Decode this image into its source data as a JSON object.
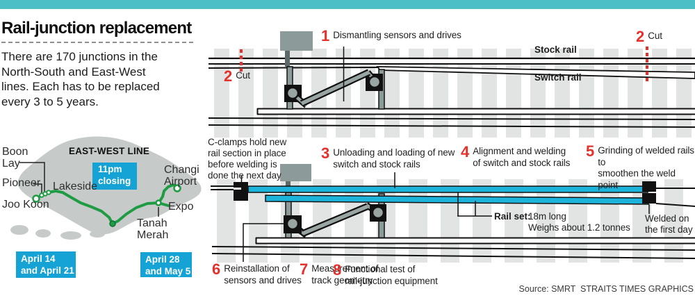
{
  "colors": {
    "teal_bar": "#4bbec6",
    "badge_cyan": "#15a3d6",
    "rail_cyan": "#1db4dc",
    "red": "#e5312b",
    "green_line": "#1f9b44",
    "island_gray": "#c6cbca",
    "sleeper_gray": "#e2e3e3"
  },
  "header": {
    "title": "Rail-junction replacement",
    "intro": "There are 170 junctions in the\nNorth-South and East-West\nlines. Each has to be replaced\nevery 3 to 5 years."
  },
  "map": {
    "line_name": "EAST-WEST LINE",
    "closing_badge": "11pm\nclosing",
    "stations": {
      "boon_lay": "Boon\nLay",
      "pioneer": "Pioneer",
      "joo_koon": "Joo Koon",
      "lakeside": "Lakeside",
      "changi_airport": "Changi\nAirport",
      "expo": "Expo",
      "tanah_merah": "Tanah\nMerah"
    },
    "date_badges": [
      "April 14\nand April 21",
      "April 28\nand May 5"
    ]
  },
  "diagram": {
    "rail_labels": {
      "stock": "Stock rail",
      "switch": "Switch rail"
    },
    "steps": [
      {
        "num": "1",
        "text": "Dismantling sensors and drives"
      },
      {
        "num": "2",
        "text": "Cut"
      },
      {
        "num": "2",
        "text": "Cut"
      },
      {
        "num": "3",
        "text": "Unloading and loading of new\nswitch and stock rails"
      },
      {
        "num": "4",
        "text": "Alignment and welding\nof switch and stock rails"
      },
      {
        "num": "5",
        "text": "Grinding of welded rails to\nsmoothen the weld point"
      },
      {
        "num": "6",
        "text": "Reinstallation of\nsensors and drives"
      },
      {
        "num": "7",
        "text": "Measurement of\ntrack geometry"
      },
      {
        "num": "8",
        "text": "Functional test of\nrail-junction equipment"
      }
    ],
    "cclamps_note": "C-clamps hold new\nrail section in place\nbefore welding is\ndone the next day",
    "rail_set_label": "Rail set:",
    "rail_set_value": "18m long\nWeighs about 1.2 tonnes",
    "welded_note": "Welded on\nthe first day"
  },
  "source": "Source: SMRT  STRAITS TIMES GRAPHICS"
}
